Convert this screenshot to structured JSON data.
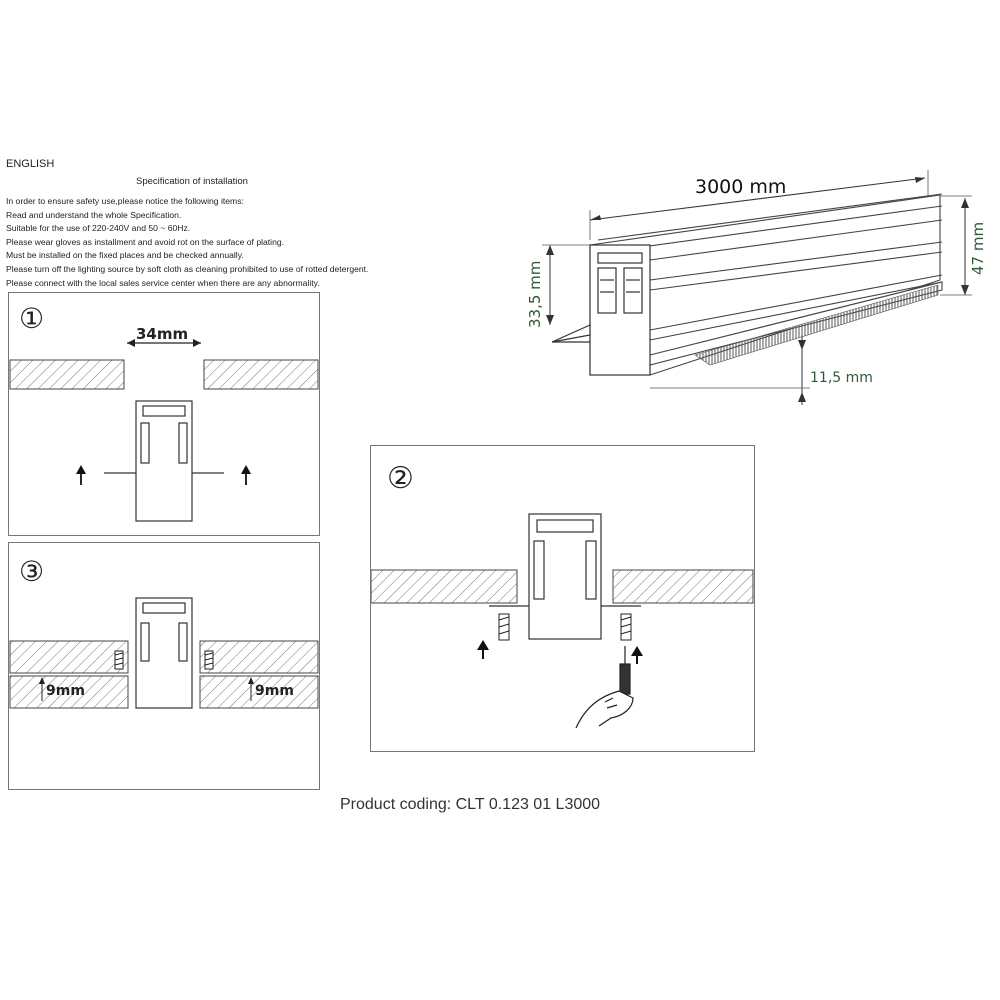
{
  "header": {
    "language": "ENGLISH",
    "title": "Specification of installation"
  },
  "notes": [
    "In order to ensure safety use,please notice the following items:",
    "Read and understand the whole Specification.",
    "Suitable for the use of 220-240V and 50 ~ 60Hz.",
    "Please wear gloves as installment and avoid rot on the surface of plating.",
    "Must be installed on the fixed places and be checked annually.",
    "Please turn off the lighting source by soft cloth as cleaning prohibited to use of rotted detergent.",
    "Please connect with the local sales service center when there are any abnormality."
  ],
  "profile": {
    "length": "3000 mm",
    "height": "47 mm",
    "inner_height": "33,5 mm",
    "flange": "11,5 mm",
    "label_color": "#2e5a3a"
  },
  "steps": {
    "step1": {
      "number": "①",
      "cutout": "34mm"
    },
    "step2": {
      "number": "②"
    },
    "step3": {
      "number": "③",
      "left_depth": "9mm",
      "right_depth": "9mm"
    }
  },
  "footer": {
    "product_coding": "Product coding: CLT 0.123 01 L3000"
  }
}
